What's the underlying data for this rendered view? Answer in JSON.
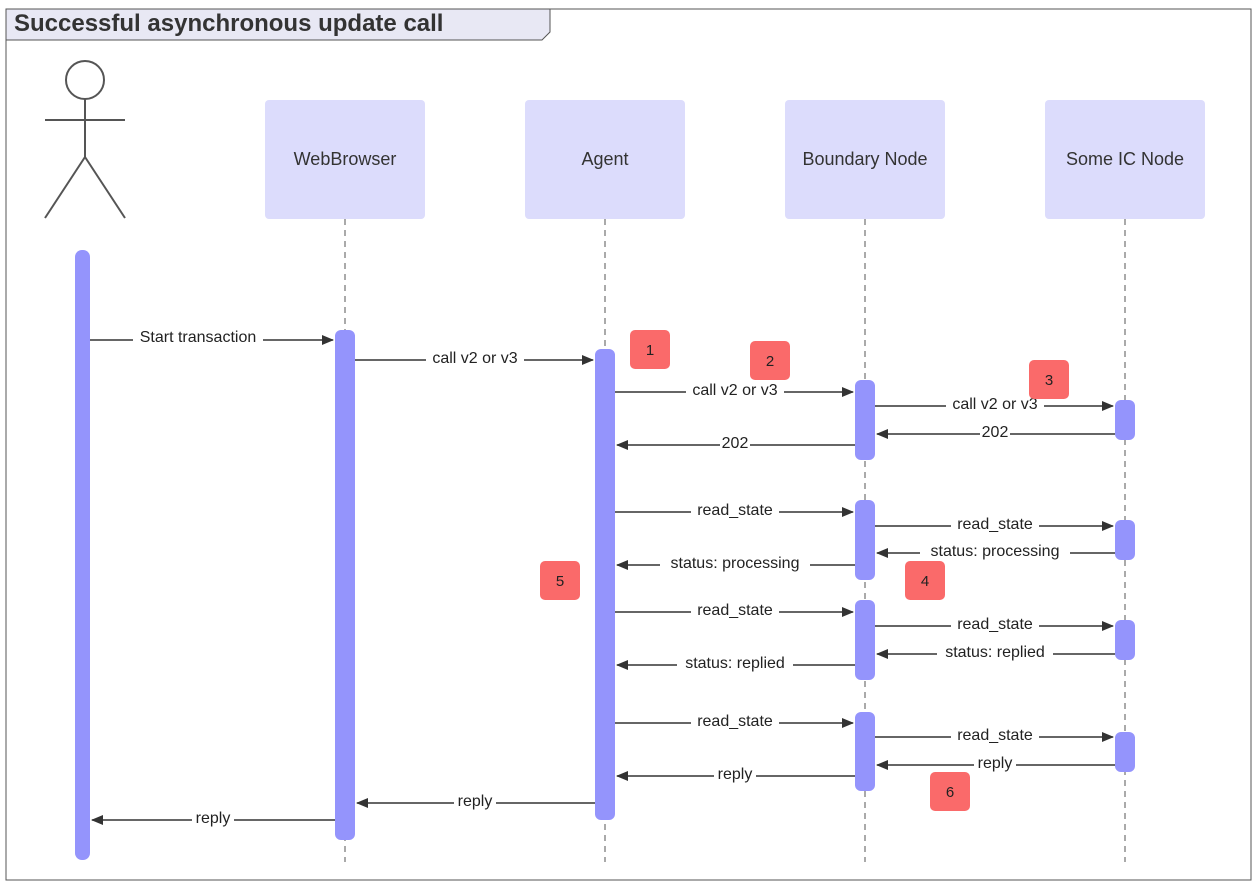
{
  "title": "Successful asynchronous update call",
  "participants": [
    {
      "id": "user",
      "label": ""
    },
    {
      "id": "browser",
      "label": "WebBrowser"
    },
    {
      "id": "agent",
      "label": "Agent"
    },
    {
      "id": "boundary",
      "label": "Boundary Node"
    },
    {
      "id": "icnode",
      "label": "Some IC Node"
    }
  ],
  "messages": [
    {
      "from": "user",
      "to": "browser",
      "label": "Start transaction"
    },
    {
      "from": "browser",
      "to": "agent",
      "label": "call v2 or v3"
    },
    {
      "from": "agent",
      "to": "boundary",
      "label": "call v2 or v3"
    },
    {
      "from": "boundary",
      "to": "icnode",
      "label": "call v2 or v3"
    },
    {
      "from": "icnode",
      "to": "boundary",
      "label": "202"
    },
    {
      "from": "boundary",
      "to": "agent",
      "label": "202"
    },
    {
      "from": "agent",
      "to": "boundary",
      "label": "read_state"
    },
    {
      "from": "boundary",
      "to": "icnode",
      "label": "read_state"
    },
    {
      "from": "icnode",
      "to": "boundary",
      "label": "status: processing"
    },
    {
      "from": "boundary",
      "to": "agent",
      "label": "status: processing"
    },
    {
      "from": "agent",
      "to": "boundary",
      "label": "read_state"
    },
    {
      "from": "boundary",
      "to": "icnode",
      "label": "read_state"
    },
    {
      "from": "icnode",
      "to": "boundary",
      "label": "status: replied"
    },
    {
      "from": "boundary",
      "to": "agent",
      "label": "status: replied"
    },
    {
      "from": "agent",
      "to": "boundary",
      "label": "read_state"
    },
    {
      "from": "boundary",
      "to": "icnode",
      "label": "read_state"
    },
    {
      "from": "icnode",
      "to": "boundary",
      "label": "reply"
    },
    {
      "from": "boundary",
      "to": "agent",
      "label": "reply"
    },
    {
      "from": "agent",
      "to": "browser",
      "label": "reply"
    },
    {
      "from": "browser",
      "to": "user",
      "label": "reply"
    }
  ],
  "badges": [
    "1",
    "2",
    "3",
    "4",
    "5",
    "6"
  ],
  "colors": {
    "participant_fill": "#dcdcfc",
    "activation": "#9494fc",
    "badge": "#fa6a6a",
    "title_fill": "#e8e8f4",
    "line": "#333333"
  }
}
